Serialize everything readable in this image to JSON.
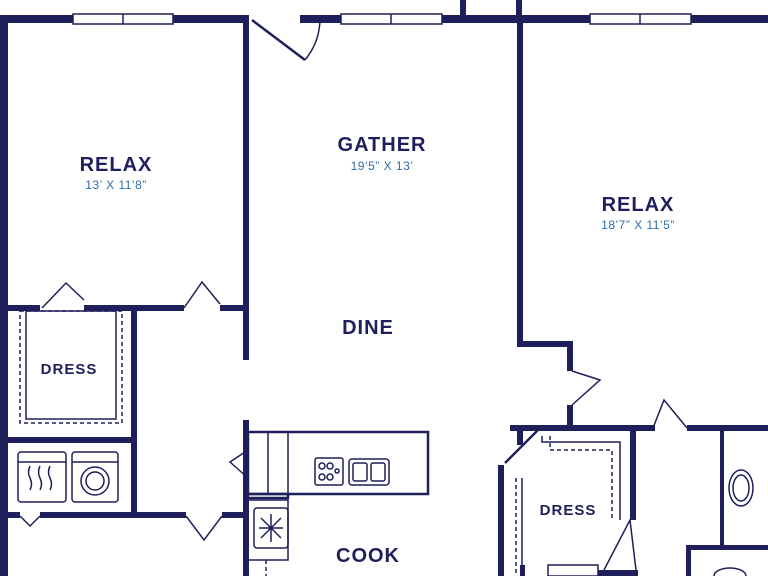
{
  "rooms": {
    "relax_left": {
      "name": "RELAX",
      "dims": "13’ X 11’8”"
    },
    "gather": {
      "name": "GATHER",
      "dims": "19’5” X 13’"
    },
    "relax_right": {
      "name": "RELAX",
      "dims": "18’7” X 11’5”"
    },
    "dine": {
      "name": "DINE"
    },
    "dress_left": {
      "name": "DRESS"
    },
    "dress_right": {
      "name": "DRESS"
    },
    "cook": {
      "name": "COOK"
    }
  },
  "colors": {
    "wall": "#1f1f5c",
    "dimension_text": "#2f6da8",
    "background": "#ffffff"
  },
  "icons": [
    "dryer-icon",
    "washer-icon",
    "stove-icon",
    "sink-icon",
    "refrigerator-icon",
    "bathtub-icon",
    "toilet-icon"
  ]
}
